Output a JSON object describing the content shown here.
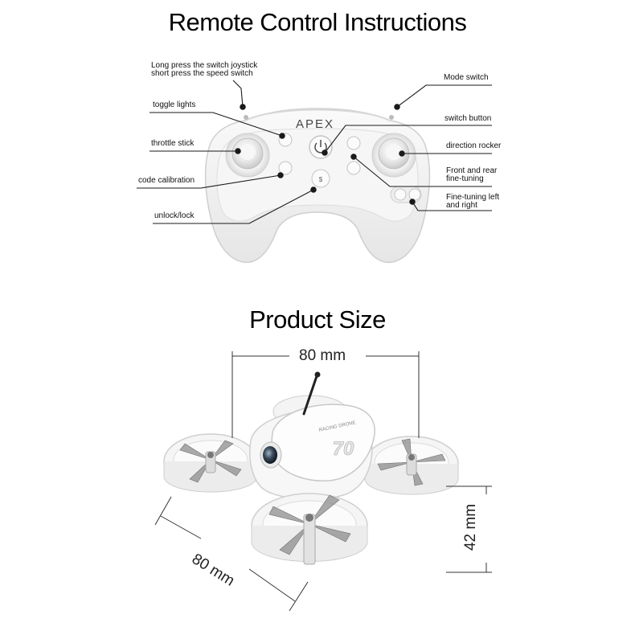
{
  "headings": {
    "remote": "Remote Control Instructions",
    "size": "Product Size"
  },
  "controller": {
    "brand": "APEX",
    "labels": {
      "joystick_line1": "Long press the switch joystick",
      "joystick_line2": "short press the speed switch",
      "toggle_lights": "toggle lights",
      "throttle_stick": "throttle stick",
      "code_calibration": "code calibration",
      "unlock_lock": "unlock/lock",
      "mode_switch": "Mode switch",
      "switch_button": "switch button",
      "direction_rocker": "direction rocker",
      "front_rear_line1": "Front and rear",
      "front_rear_line2": "fine-tuning",
      "left_right_line1": "Fine-tuning left",
      "left_right_line2": "and right"
    }
  },
  "drone": {
    "width": "80 mm",
    "length": "80 mm",
    "height": "42 mm",
    "print_text": "70",
    "print_small": "RACING DRONE"
  },
  "colors": {
    "controller_body": "#f2f2f2",
    "outline": "#cfcfcf",
    "leader_line": "#1a1a1a",
    "propeller": "#8e8e8e"
  }
}
